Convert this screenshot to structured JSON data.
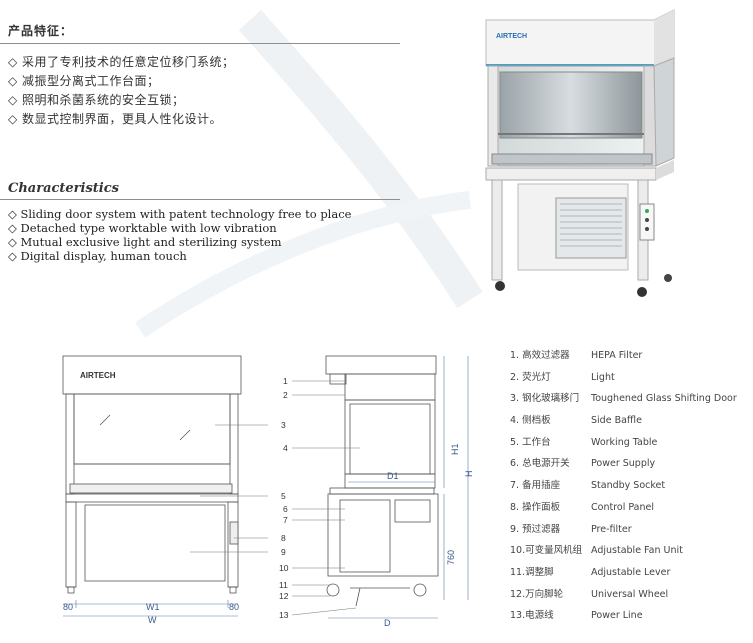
{
  "header": {
    "zh_title": "产品特征："
  },
  "features_zh": [
    "◇ 采用了专利技术的任意定位移门系统；",
    "◇ 减振型分离式工作台面；",
    "◇ 照明和杀菌系统的安全互锁；",
    "◇  数显式控制界面，更具人性化设计。"
  ],
  "characteristics": {
    "title": "Characteristics",
    "items": [
      "◇ Sliding door system with patent technology free to place",
      "◇ Detached type worktable with low vibration",
      "◇ Mutual exclusive light and sterilizing system",
      "◇ Digital display, human touch"
    ]
  },
  "photo": {
    "brand": "AIRTECH"
  },
  "drawing": {
    "brand": "AIRTECH",
    "callouts_front": [
      "3",
      "4",
      "5",
      "6",
      "7",
      "8",
      "9",
      "10",
      "11",
      "12",
      "13"
    ],
    "callouts_side_top": [
      "1",
      "2"
    ],
    "dims": {
      "left_80": "80",
      "w1": "W1",
      "right_80": "80",
      "w": "W",
      "d1": "D1",
      "d": "D",
      "h1": "H1",
      "h": "H",
      "h760": "760"
    }
  },
  "legend": [
    {
      "zh": "1.  高效过滤器",
      "en": "HEPA Filter"
    },
    {
      "zh": "2.  荧光灯",
      "en": "Light"
    },
    {
      "zh": "3.  钢化玻璃移门",
      "en": "Toughened Glass Shifting Door"
    },
    {
      "zh": "4.  侧档板",
      "en": "Side Baffle"
    },
    {
      "zh": "5.  工作台",
      "en": "Working Table"
    },
    {
      "zh": "6.  总电源开关",
      "en": "Power Supply"
    },
    {
      "zh": "7.  备用插座",
      "en": "Standby Socket"
    },
    {
      "zh": "8.  操作面板",
      "en": "Control Panel"
    },
    {
      "zh": "9.  预过滤器",
      "en": "Pre-filter"
    },
    {
      "zh": "10.可变量风机组",
      "en": "Adjustable Fan Unit"
    },
    {
      "zh": "11.调整脚",
      "en": "Adjustable Lever"
    },
    {
      "zh": "12.万向脚轮",
      "en": "Universal Wheel"
    },
    {
      "zh": "13.电源线",
      "en": "Power Line"
    }
  ]
}
